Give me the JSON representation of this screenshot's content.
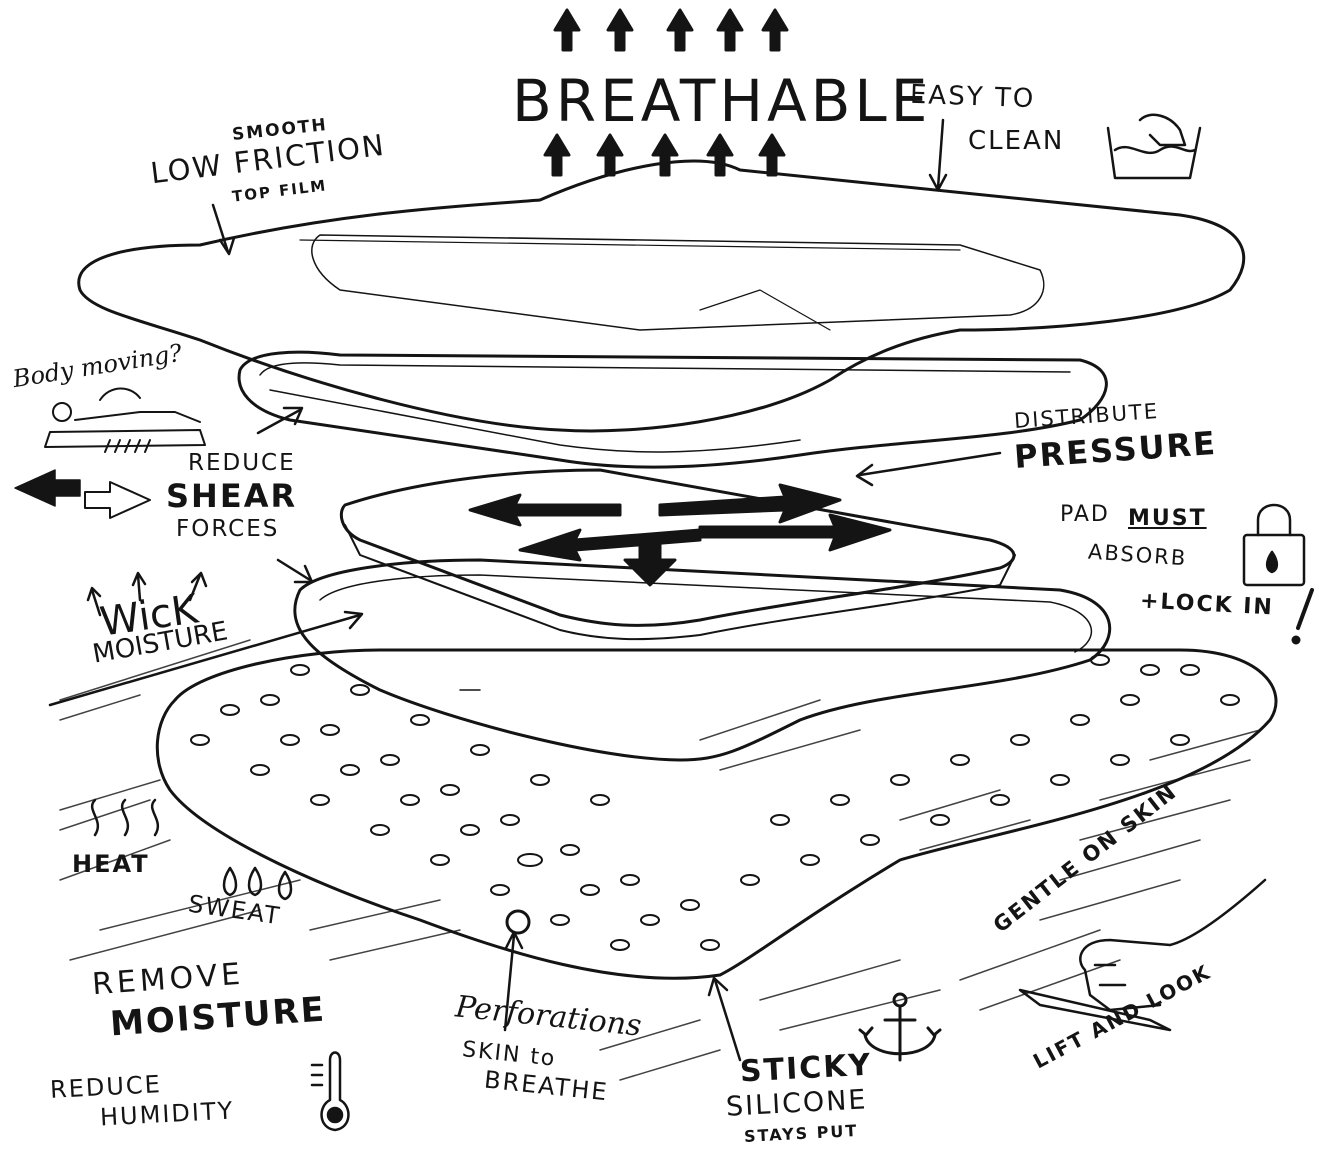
{
  "labels": {
    "breathable": "BREATHABLE",
    "easy_to_clean_1": "EASY TO",
    "easy_to_clean_2": "CLEAN",
    "smooth": "SMOOTH",
    "low_friction": "LOW FRICTION",
    "top_film": "TOP FILM",
    "body_moving": "Body moving?",
    "reduce": "REDUCE",
    "shear": "SHEAR",
    "forces": "FORCES",
    "distribute": "DISTRIBUTE",
    "pressure": "PRESSURE",
    "pad": "PAD",
    "must": "MUST",
    "absorb": "ABSORB",
    "lock_in": "+LOCK IN",
    "exclaim": "!",
    "wick": "WicK",
    "moisture_wick": "MOISTURE",
    "heat": "HEAT",
    "sweat": "SWEAT",
    "remove": "REMOVE",
    "moisture_remove": "MOISTURE",
    "reduce_humidity_1": "REDUCE",
    "reduce_humidity_2": "HUMIDITY",
    "perforations": "Perforations",
    "skin_to": "SKIN to",
    "breathe": "BREATHE",
    "sticky": "STICKY",
    "silicone": "SILICONE",
    "stays_put": "STAYS PUT",
    "gentle_on_skin": "GENTLE ON SKIN",
    "lift_and_look": "LIFT AND LOOK"
  },
  "icons": [
    "up-arrow-icon",
    "wash-basin-icon",
    "padlock-icon",
    "thermometer-icon",
    "anchor-icon",
    "hand-lifting-icon",
    "heat-waves-icon",
    "sweat-drops-icon",
    "patient-lying-icon"
  ],
  "colors": {
    "ink": "#141414",
    "paper": "#ffffff"
  }
}
